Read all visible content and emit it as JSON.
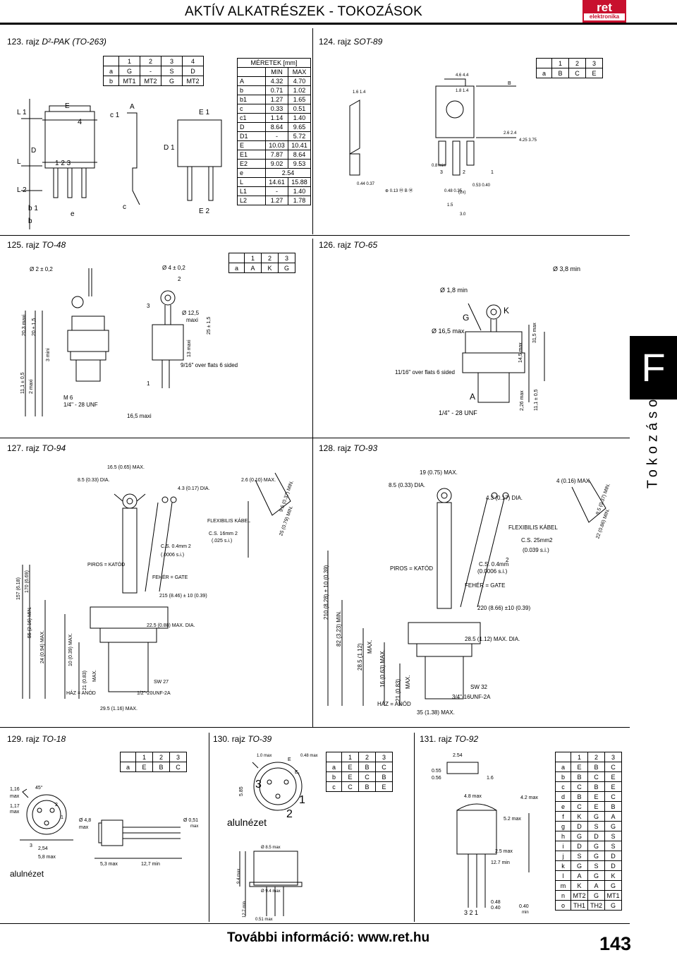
{
  "header": {
    "title": "AKTÍV ALKATRÉSZEK - TOKOZÁSOK",
    "logo_top": "ret",
    "logo_bottom": "elektronika"
  },
  "figures": {
    "f123": {
      "num": "123. rajz ",
      "pkg": "D²-PAK (TO-263)"
    },
    "f124": {
      "num": "124. rajz ",
      "pkg": "SOT-89"
    },
    "f125": {
      "num": "125. rajz ",
      "pkg": "TO-48"
    },
    "f126": {
      "num": "126. rajz ",
      "pkg": "TO-65"
    },
    "f127": {
      "num": "127. rajz ",
      "pkg": "TO-94"
    },
    "f128": {
      "num": "128. rajz ",
      "pkg": "TO-93"
    },
    "f129": {
      "num": "129. rajz ",
      "pkg": "TO-18"
    },
    "f130": {
      "num": "130. rajz ",
      "pkg": "TO-39"
    },
    "f131": {
      "num": "131. rajz ",
      "pkg": "TO-92"
    }
  },
  "pin_tables": {
    "d2pak": {
      "header": [
        "",
        "1",
        "2",
        "3",
        "4"
      ],
      "rows": [
        [
          "a",
          "G",
          "-",
          "S",
          "D"
        ],
        [
          "b",
          "MT1",
          "MT2",
          "G",
          "MT2"
        ]
      ]
    },
    "sot89": {
      "header": [
        "",
        "1",
        "2",
        "3"
      ],
      "rows": [
        [
          "a",
          "B",
          "C",
          "E"
        ]
      ]
    },
    "to65": {
      "header": [
        "",
        "1",
        "2",
        "3"
      ],
      "rows": [
        [
          "a",
          "A",
          "K",
          "G"
        ]
      ]
    },
    "to18": {
      "header": [
        "",
        "1",
        "2",
        "3"
      ],
      "rows": [
        [
          "a",
          "E",
          "B",
          "C"
        ]
      ]
    },
    "to39": {
      "header": [
        "",
        "1",
        "2",
        "3"
      ],
      "rows": [
        [
          "a",
          "E",
          "B",
          "C"
        ],
        [
          "b",
          "E",
          "C",
          "B"
        ],
        [
          "c",
          "C",
          "B",
          "E"
        ]
      ]
    },
    "to92": {
      "header": [
        "",
        "1",
        "2",
        "3"
      ],
      "rows": [
        [
          "a",
          "E",
          "B",
          "C"
        ],
        [
          "b",
          "B",
          "C",
          "E"
        ],
        [
          "c",
          "C",
          "B",
          "E"
        ],
        [
          "d",
          "B",
          "E",
          "C"
        ],
        [
          "e",
          "C",
          "E",
          "B"
        ],
        [
          "f",
          "K",
          "G",
          "A"
        ],
        [
          "g",
          "D",
          "S",
          "G"
        ],
        [
          "h",
          "G",
          "D",
          "S"
        ],
        [
          "i",
          "D",
          "G",
          "S"
        ],
        [
          "j",
          "S",
          "G",
          "D"
        ],
        [
          "k",
          "G",
          "S",
          "D"
        ],
        [
          "l",
          "A",
          "G",
          "K"
        ],
        [
          "m",
          "K",
          "A",
          "G"
        ],
        [
          "n",
          "MT2",
          "G",
          "MT1"
        ],
        [
          "o",
          "TH1",
          "TH2",
          "G"
        ]
      ]
    }
  },
  "dims_table": {
    "title": "MÉRETEK [mm]",
    "min": "MIN",
    "max": "MAX",
    "rows": [
      [
        "A",
        "4.32",
        "4.70"
      ],
      [
        "b",
        "0.71",
        "1.02"
      ],
      [
        "b1",
        "1.27",
        "1.65"
      ],
      [
        "c",
        "0.33",
        "0.51"
      ],
      [
        "c1",
        "1.14",
        "1.40"
      ],
      [
        "D",
        "8.64",
        "9.65"
      ],
      [
        "D1",
        "-",
        "5.72"
      ],
      [
        "E",
        "10.03",
        "10.41"
      ],
      [
        "E1",
        "7.87",
        "8.64"
      ],
      [
        "E2",
        "9.02",
        "9.53"
      ],
      [
        "e",
        "",
        "2.54"
      ],
      [
        "L",
        "14.61",
        "15.88"
      ],
      [
        "L1",
        "-",
        "1.40"
      ],
      [
        "L2",
        "1.27",
        "1.78"
      ]
    ]
  },
  "labels": {
    "d2pak": {
      "L1": "L 1",
      "L": "L",
      "L2": "L 2",
      "D": "D",
      "E": "E",
      "four": "4",
      "b1": "b 1",
      "b": "b",
      "e": "e",
      "pins": "1  2  3",
      "c1": "c 1",
      "A": "A",
      "c": "c",
      "D1": "D 1",
      "E1": "E 1",
      "E2": "E 2"
    },
    "sot89": {
      "a": "1.6\n1.4",
      "b": "4.6\n4.4",
      "c": "1.8\n1.4",
      "B": "B",
      "h1": "2.6\n2.4",
      "h2": "4.25\n3.75",
      "p0": "0.8\nmin",
      "d1": "0.44\n0.37",
      "tol": "⊕ 0.13 Ⓜ B Ⓜ",
      "d2": "0.48\n0.35",
      "d3": "(2x)",
      "d4": "0.53\n0.40",
      "d5": "1.5",
      "d6": "3.0",
      "p3": "3",
      "p2": "2",
      "p1": "1"
    },
    "to48": {
      "d1": "Ø 2 ± 0,2",
      "d2": "Ø 4 ± 0,2",
      "n2": "2",
      "n3": "3",
      "d3": "Ø 12,5",
      "d3b": "maxi",
      "h1": "20,3 maxi",
      "h2": "20 ± 1,5",
      "h3": "13 maxi",
      "h4": "25 ± 1,5",
      "h5": "3 mini",
      "h6": "11,1 ± 0,5",
      "h7": "2 maxi",
      "flats": "9/16\" over flats 6 sided",
      "n1": "1",
      "thr1": "M 6",
      "thr2": "1/4\" - 28 UNF",
      "w": "16,5 maxi"
    },
    "to65": {
      "d1": "Ø 3,8 min",
      "d2": "Ø 1,8 min",
      "G": "G",
      "K": "K",
      "d3": "Ø 16,5 max",
      "h1": "31,5 max",
      "h2": "14,5 max",
      "flats": "11/16\" over flats 6 sided",
      "A": "A",
      "h3": "2,26 max",
      "h4": "11,1 ± 0,5",
      "thr": "1/4\" - 28 UNF"
    },
    "to94": {
      "w": "16.5 (0.65) MAX.",
      "d1": "8.5 (0.33) DIA.",
      "d2": "4.3 (0.17) DIA.",
      "d3": "2.6 (0.10) MAX.",
      "l1": "9.5 (0.37) MIN.",
      "l2": "25 (0.79) MIN.",
      "flex": "FLEXIBILIS KÁBEL",
      "cs1": "C.S. 16mm  2",
      "cs1b": "(.025 s.i.)",
      "cs2": "C.S. 0.4mm  2",
      "cs2b": "(.0006 s.i.)",
      "red": "PIROS = KATÓD",
      "white": "FEHÉR = GATE",
      "len": "215 (8.46)  ±  10 (0.39)",
      "h1": "157 (6.18)",
      "h2": "170 (6.69)",
      "h3": "55 (2.16) MIN.",
      "h4": "24 (0.94) MAX.",
      "h5": "10 (0.39) MAX.",
      "h6": "21 (0.83)",
      "h6b": "MAX.",
      "hex": "22.5 (0.88) MAX. DIA.",
      "sw": "SW 27",
      "thr": "1/2\"-20UNF-2A",
      "base": "29.5 (1.16) MAX.",
      "anode": "HÁZ = ANÓD"
    },
    "to93": {
      "w": "19 (0.75) MAX.",
      "d1": "8.5 (0.33) DIA.",
      "d2": "4.3 (0.17) DIA.",
      "d3": "4 (0.16) MAX.",
      "l1": "9.5 (0.37) MIN.",
      "l2": "22 (0.86) MIN.",
      "flex": "FLEXIBILIS KÁBEL",
      "cs1": "C.S. 25mm2",
      "cs1b": "(0.039 s.i.)",
      "cs2": "C.S. 0.4mm",
      "cs2n": "2",
      "cs2b": "(0.0006 s.i.)",
      "red": "PIROS = KATÓD",
      "white": "FEHÉR = GATE",
      "len": "220 (8.66) ±10 (0.39)",
      "h1": "210 (8.28)  ±  10 (0.39)",
      "h2": "82 (3.23) MIN.",
      "h3": "28.5 (1.12)",
      "h3b": "MAX.",
      "h4": "16 (0.63) MAX.",
      "h5": "21 (0.83)",
      "h5b": "MAX.",
      "hex": "28.5 (1.12) MAX. DIA.",
      "sw": "SW 32",
      "thr": "3/4\"-16UNF-2A",
      "base": "35 (1.38) MAX.",
      "anode": "HÁZ = ANÓD"
    },
    "to18": {
      "t1": "1,16",
      "t2": "max",
      "ang": "45°",
      "d": "1,17",
      "d2": "max",
      "n2": "2",
      "n1": "1",
      "n3": "3",
      "p": "2,54",
      "dia": "Ø 4,8",
      "diab": "max",
      "h": "5,8 max",
      "len": "5,3 max",
      "lead": "12,7 min",
      "cap": "Ø 0,51",
      "capb": "max",
      "bottom": "alulnézet"
    },
    "to39": {
      "a": "1.0 max",
      "b": "0.48 max",
      "e1": "E",
      "e2": "E₁",
      "n3": "3",
      "n1": "1",
      "n2": "2",
      "v1": "5.85",
      "bottom": "alulnézet",
      "h": "9.4 max",
      "hh": "12.7 min",
      "dd": "Ø 8.5 max",
      "d2": "Ø 9.4 max",
      "lead": "0.51 max"
    },
    "to92": {
      "t": "2.54",
      "d1": "0.55",
      "d2": "0.56",
      "d3": "1.6",
      "w": "4.8 max",
      "h": "5.2 max",
      "r": "4.2 max",
      "lead": "12.7 min",
      "s": "2.5 max",
      "p": "3 2 1",
      "e1": "0.48",
      "e2": "0.40",
      "m1": "0.40",
      "m2": "min"
    }
  },
  "side_tab": {
    "letter": "F",
    "word": "Tokozások"
  },
  "footer": {
    "info": "További információ: www.ret.hu",
    "page": "143"
  }
}
